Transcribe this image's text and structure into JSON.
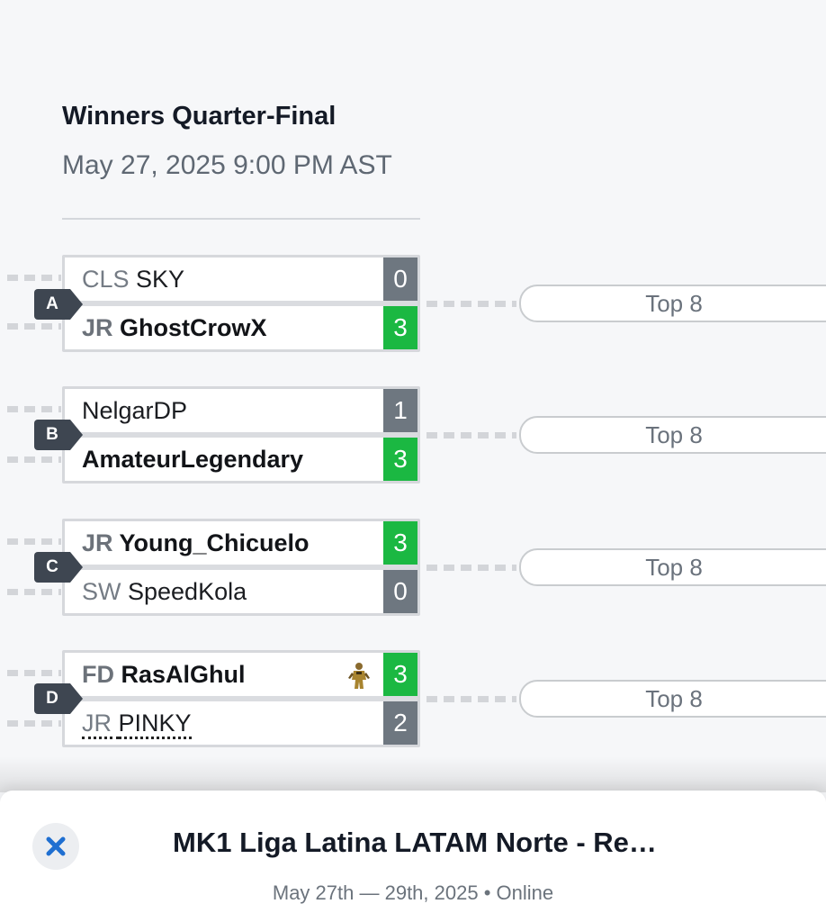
{
  "round": {
    "title": "Winners Quarter-Final",
    "date": "May 27, 2025 9:00 PM AST"
  },
  "colors": {
    "win": "#1bb842",
    "loss": "#6e7780",
    "label_bg": "#3e4651",
    "close_icon": "#1f6fd1"
  },
  "matches": [
    {
      "label": "A",
      "players": [
        {
          "prefix": "CLS",
          "name": "SKY",
          "score": "0",
          "winner": false
        },
        {
          "prefix": "JR",
          "name": "GhostCrowX",
          "score": "3",
          "winner": true
        }
      ],
      "next": "Top 8"
    },
    {
      "label": "B",
      "players": [
        {
          "prefix": "",
          "name": "NelgarDP",
          "score": "1",
          "winner": false
        },
        {
          "prefix": "",
          "name": "AmateurLegendary",
          "score": "3",
          "winner": true
        }
      ],
      "next": "Top 8"
    },
    {
      "label": "C",
      "players": [
        {
          "prefix": "JR",
          "name": "Young_Chicuelo",
          "score": "3",
          "winner": true
        },
        {
          "prefix": "SW",
          "name": "SpeedKola",
          "score": "0",
          "winner": false
        }
      ],
      "next": "Top 8"
    },
    {
      "label": "D",
      "players": [
        {
          "prefix": "FD",
          "name": "RasAlGhul",
          "score": "3",
          "winner": true,
          "icon": "character-icon"
        },
        {
          "prefix": "JR",
          "name": "PINKY",
          "score": "2",
          "winner": false
        }
      ],
      "next": "Top 8"
    }
  ],
  "event": {
    "title": "MK1 Liga Latina LATAM Norte - Re…",
    "meta": "May 27th — 29th, 2025 • Online",
    "close_icon": "close-icon"
  }
}
